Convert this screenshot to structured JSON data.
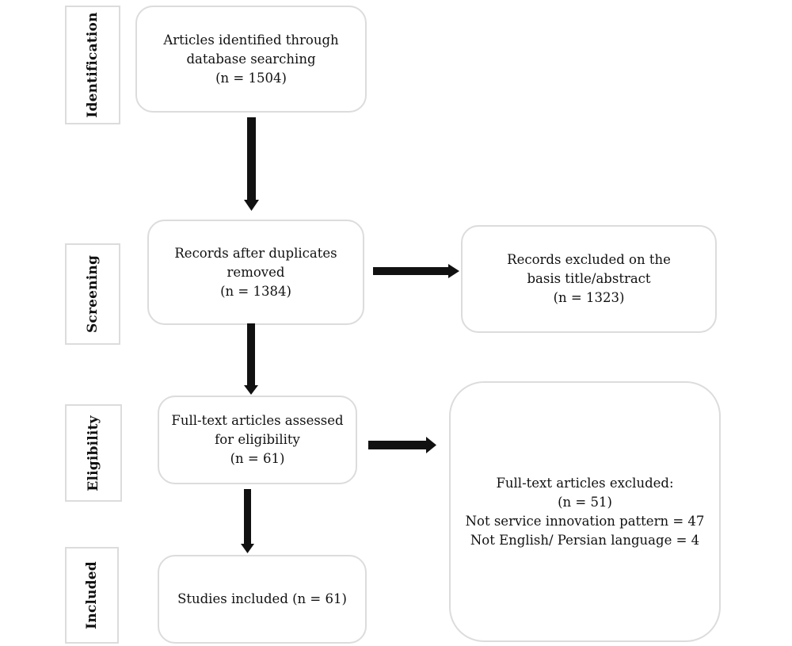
{
  "stages": {
    "identification": "Identification",
    "screening": "Screening",
    "eligibility": "Eligibility",
    "included": "Included"
  },
  "boxes": {
    "identified": {
      "line1": "Articles identified through",
      "line2": "database searching",
      "count": "(n = 1504)"
    },
    "after_duplicates": {
      "line1": "Records after duplicates",
      "line2": "removed",
      "count": "(n = 1384)"
    },
    "excluded_title": {
      "line1": "Records excluded on the",
      "line2": "basis title/abstract",
      "count": "(n = 1323)"
    },
    "full_text": {
      "line1": "Full-text articles assessed",
      "line2": "for eligibility",
      "count": "(n = 61)"
    },
    "excluded_full_text": {
      "line1": "Full-text articles excluded:",
      "count": "(n = 51)",
      "reason1": "Not service innovation pattern = 47",
      "reason2": "Not English/ Persian language = 4"
    },
    "included": {
      "line1": "Studies included (n = 61)"
    }
  },
  "colors": {
    "box_border": "#dcdcdc",
    "arrow": "#111111"
  }
}
